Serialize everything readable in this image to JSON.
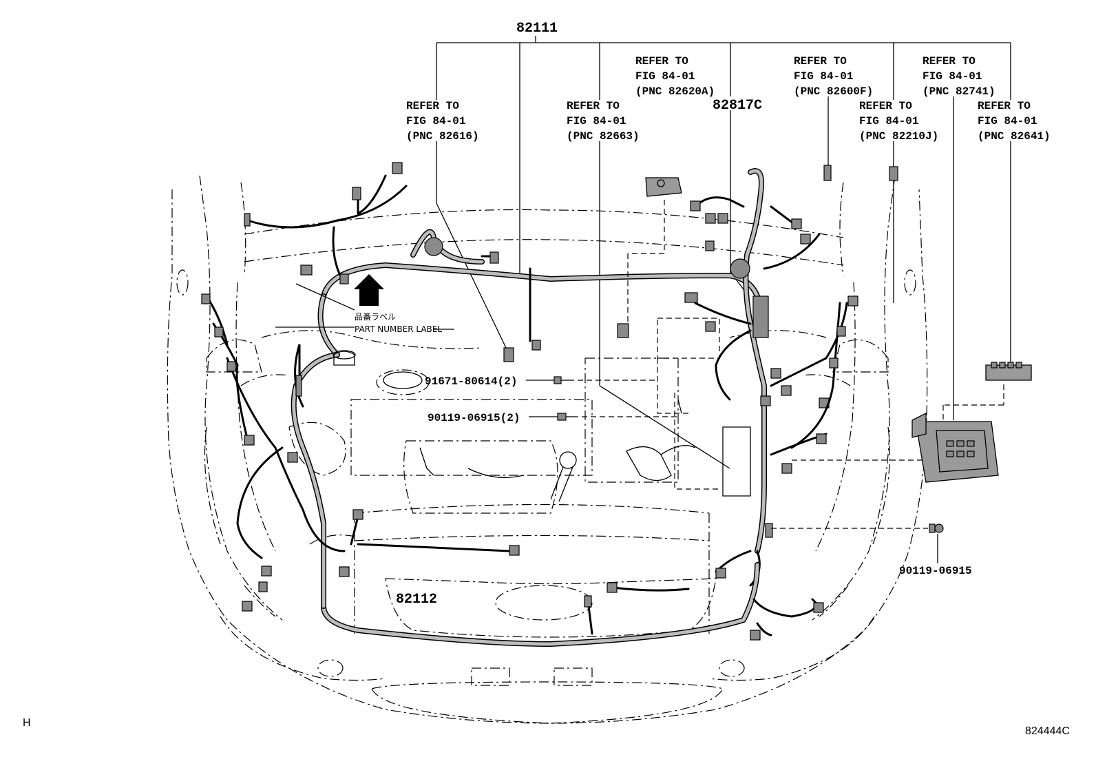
{
  "main_part_top": "82111",
  "main_part_bottom": "82112",
  "connector_part": "82817C",
  "refs": [
    {
      "l1": "REFER TO",
      "l2": "FIG 84-01",
      "l3": "(PNC 82616)"
    },
    {
      "l1": "REFER TO",
      "l2": "FIG 84-01",
      "l3": "(PNC 82663)"
    },
    {
      "l1": "REFER TO",
      "l2": "FIG 84-01",
      "l3": "(PNC 82620A)"
    },
    {
      "l1": "REFER TO",
      "l2": "FIG 84-01",
      "l3": "(PNC 82600F)"
    },
    {
      "l1": "REFER TO",
      "l2": "FIG 84-01",
      "l3": "(PNC 82210J)"
    },
    {
      "l1": "REFER TO",
      "l2": "FIG 84-01",
      "l3": "(PNC 82741)"
    },
    {
      "l1": "REFER TO",
      "l2": "FIG 84-01",
      "l3": "(PNC 82641)"
    }
  ],
  "label_jp": "品番ラベル",
  "label_en": "PART NUMBER LABEL",
  "bolt_1": "91671-80614(2)",
  "bolt_2": "90119-06915(2)",
  "bolt_3": "90119-06915",
  "corner_left": "H",
  "figure_id": "824444C"
}
